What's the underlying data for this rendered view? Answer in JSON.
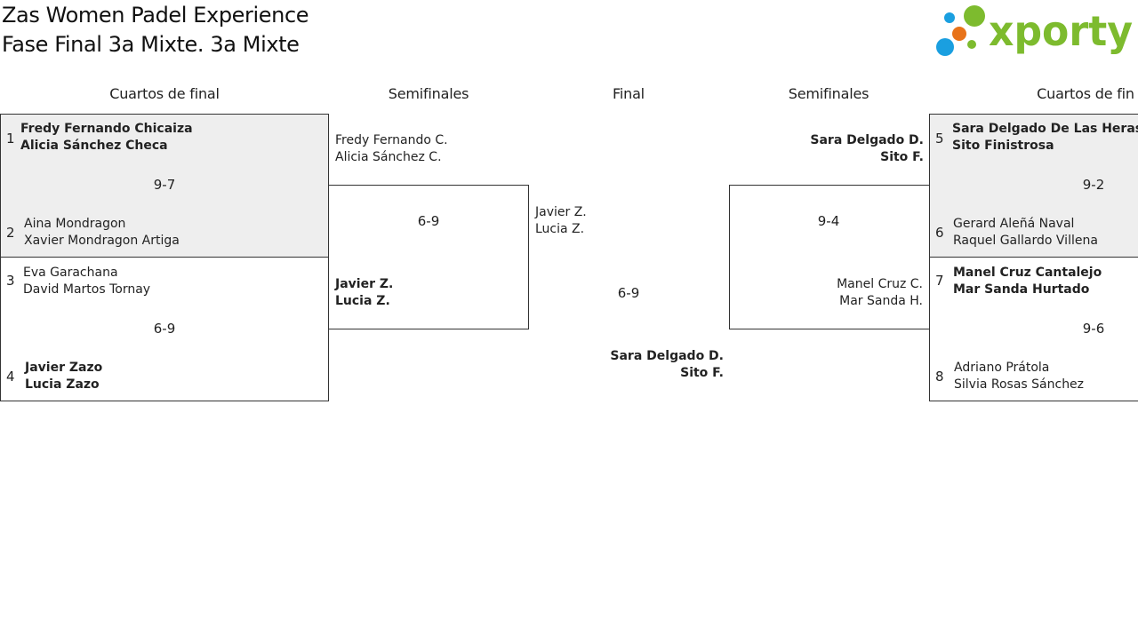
{
  "header": {
    "title_line1": "Zas Women Padel Experience",
    "title_line2": "Fase Final 3a Mixte. 3a Mixte",
    "logo_text": "xporty",
    "logo_colors": {
      "blue": "#1a9fe0",
      "orange": "#e8731a",
      "green": "#7dbb2e"
    }
  },
  "rounds": {
    "left_quarterfinals": "Cuartos de final",
    "left_semifinals": "Semifinales",
    "final": "Final",
    "right_semifinals": "Semifinales",
    "right_quarterfinals": "Cuartos de fin"
  },
  "left_quarterfinals": [
    {
      "score": "9-7",
      "top": {
        "seed": "1",
        "player1": "Fredy Fernando Chicaiza",
        "player2": "Alicia Sánchez Checa"
      },
      "bottom": {
        "seed": "2",
        "player1": "Aina Mondragon",
        "player2": "Xavier Mondragon Artiga"
      }
    },
    {
      "score": "6-9",
      "top": {
        "seed": "3",
        "player1": "Eva Garachana",
        "player2": "David Martos Tornay"
      },
      "bottom": {
        "seed": "4",
        "player1": "Javier Zazo",
        "player2": "Lucia Zazo"
      }
    }
  ],
  "left_semifinal": {
    "score": "6-9",
    "top": {
      "player1": "Fredy Fernando C.",
      "player2": "Alicia Sánchez C."
    },
    "bottom": {
      "player1": "Javier Z.",
      "player2": "Lucia Z."
    }
  },
  "final": {
    "score": "6-9",
    "top": {
      "player1": "Javier Z.",
      "player2": "Lucia Z."
    },
    "bottom": {
      "player1": "Sara Delgado D.",
      "player2": "Sito F."
    }
  },
  "right_semifinal": {
    "score": "9-4",
    "top": {
      "player1": "Sara Delgado D.",
      "player2": "Sito F."
    },
    "bottom": {
      "player1": "Manel Cruz C.",
      "player2": "Mar Sanda H."
    }
  },
  "right_quarterfinals": [
    {
      "score": "9-2",
      "top": {
        "seed": "5",
        "player1": "Sara Delgado De Las Heras",
        "player2": "Sito Finistrosa"
      },
      "bottom": {
        "seed": "6",
        "player1": "Gerard Aleñá Naval",
        "player2": "Raquel Gallardo Villena"
      }
    },
    {
      "score": "9-6",
      "top": {
        "seed": "7",
        "player1": "Manel Cruz Cantalejo",
        "player2": "Mar Sanda Hurtado"
      },
      "bottom": {
        "seed": "8",
        "player1": "Adriano Prátola",
        "player2": "Silvia Rosas Sánchez"
      }
    }
  ]
}
